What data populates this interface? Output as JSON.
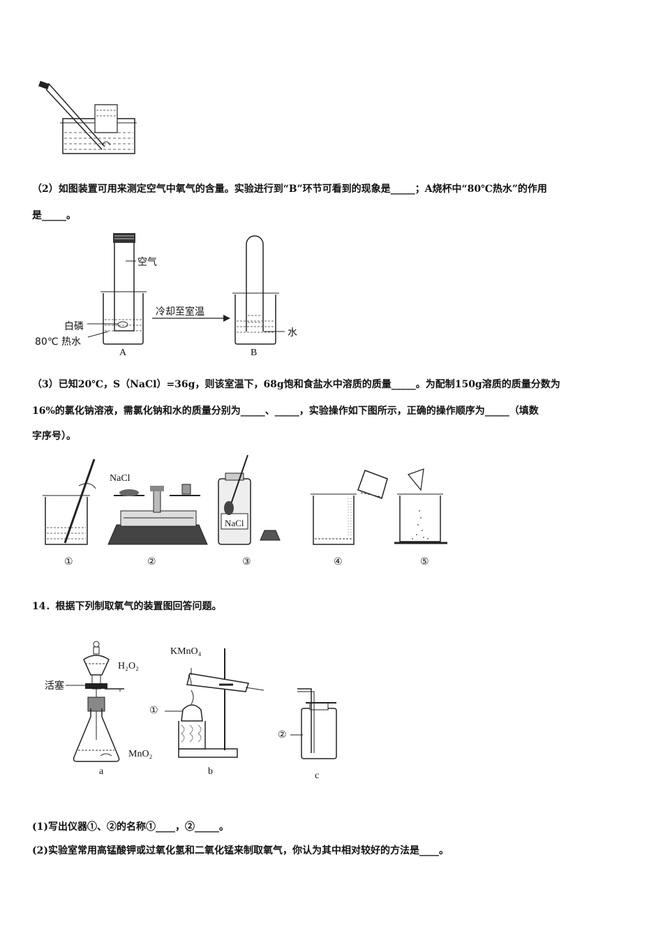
{
  "q2": {
    "line1": "（2）如图装置可用来测定空气中氧气的含量。实验进行到“B”环节可看到的现象是_____；A烧杯中“80℃热水”的作用",
    "line2": "是_____。"
  },
  "fig2": {
    "label_air": "空气",
    "label_cool": "冷却至室温",
    "label_phosphorus": "白磷",
    "label_hotwater": "80℃ 热水",
    "label_water": "水",
    "cap_a": "A",
    "cap_b": "B"
  },
  "q3": {
    "line1": "（3）已知20℃，S（NaCl）=36g，则该室温下，68g饱和食盐水中溶质的质量_____。为配制150g溶质的质量分数为",
    "line2": "16%的氯化钠溶液，需氯化钠和水的质量分别为_____、_____，实验操作如下图所示，正确的操作顺序为_____（填数",
    "line3": "字序号）。"
  },
  "fig3": {
    "label_nacl_balance": "NaCl",
    "label_nacl_bottle": "NaCl",
    "steps": [
      "①",
      "②",
      "③",
      "④",
      "⑤"
    ]
  },
  "q14": {
    "title": "14．根据下列制取氧气的装置图回答问题。"
  },
  "fig14": {
    "label_h2o2": "H₂O₂",
    "label_valve": "活塞",
    "label_mno2": "MnO₂",
    "label_kmno4": "KMnO₄",
    "label_1": "①",
    "label_2": "②",
    "cap_a": "a",
    "cap_b": "b",
    "cap_c": "c"
  },
  "q14_sub": {
    "p1": "(1)写出仪器①、②的名称①____，②_____。",
    "p2": "(2)实验室常用高锰酸钾或过氧化氢和二氧化锰来制取氧气，你认为其中相对较好的方法是____。"
  }
}
